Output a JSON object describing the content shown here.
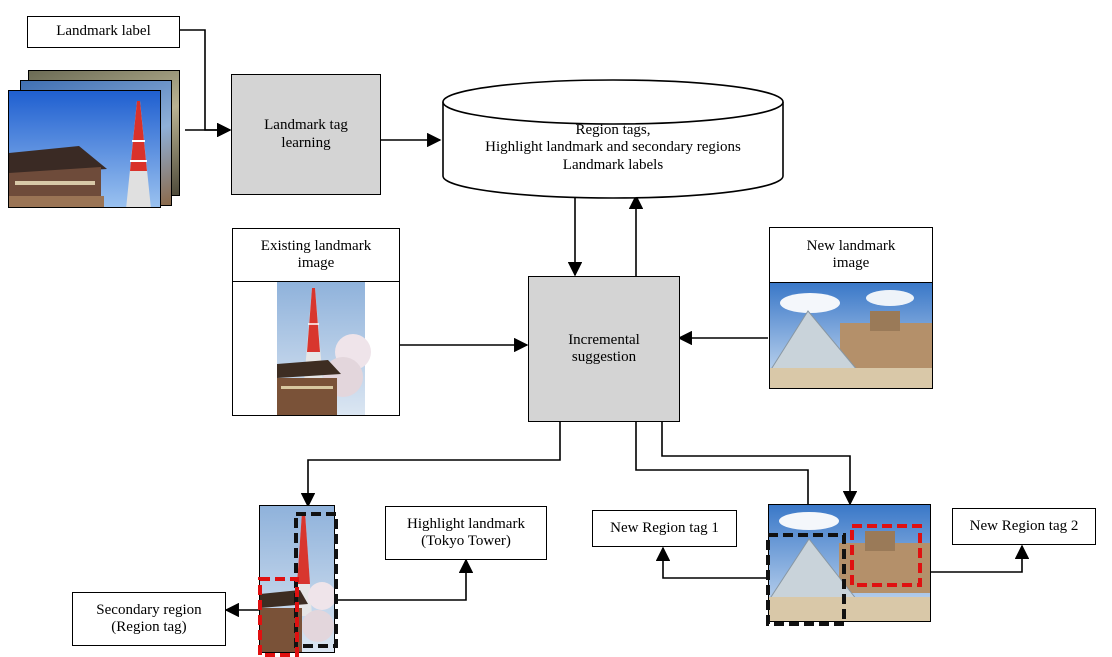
{
  "nodes": {
    "landmark_label": "Landmark label",
    "landmark_tag_learning": "Landmark tag\nlearning",
    "db_lines": [
      "Region tags,",
      "Highlight landmark and secondary regions",
      "Landmark labels"
    ],
    "existing_image": "Existing landmark\nimage",
    "new_image": "New landmark\nimage",
    "incremental": "Incremental\nsuggestion",
    "highlight_landmark": "Highlight landmark\n(Tokyo Tower)",
    "secondary_region": "Secondary region\n(Region tag)",
    "new_region_1": "New Region tag 1",
    "new_region_2": "New Region tag 2"
  },
  "colors": {
    "process_fill": "#d4d4d4",
    "highlight_box": "#111111",
    "secondary_box": "#e01010"
  }
}
